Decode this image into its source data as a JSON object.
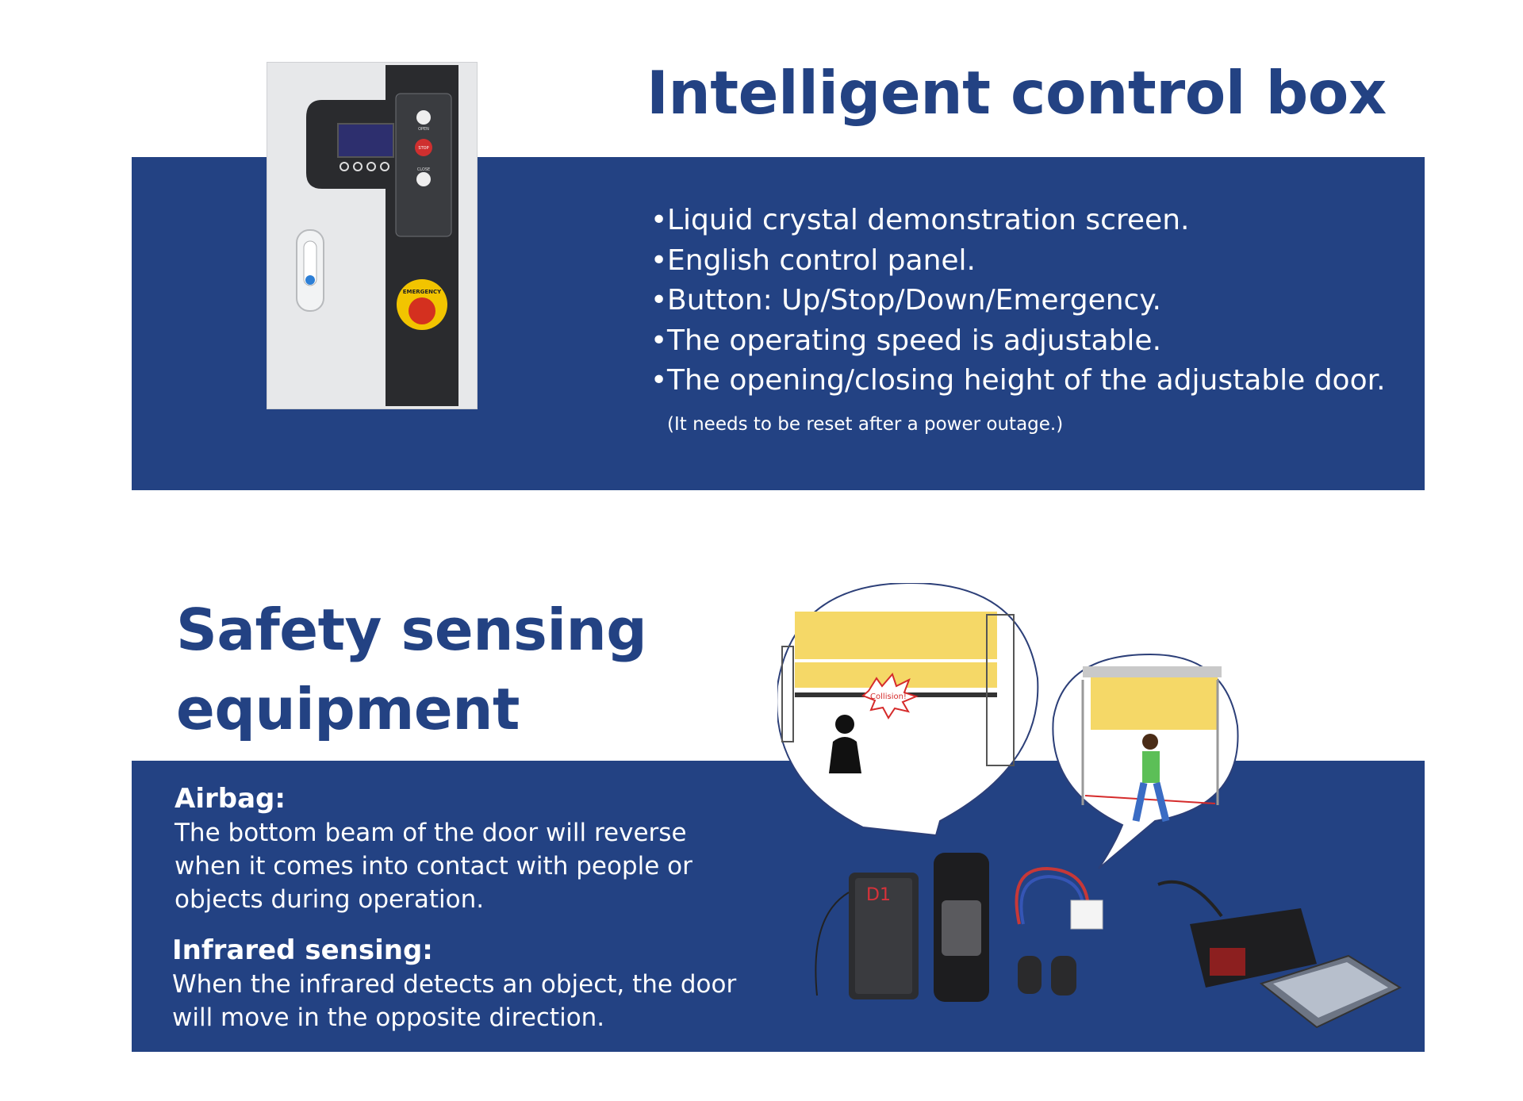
{
  "control_box": {
    "title": "Intelligent control box",
    "features": [
      "Liquid crystal demonstration screen.",
      "English control panel.",
      "Button: Up/Stop/Down/Emergency.",
      "The operating speed is adjustable.",
      "The opening/closing height of the adjustable door."
    ],
    "note": "(It needs to be reset after a power outage.)",
    "panel_labels": {
      "open": "OPEN",
      "stop": "STOP",
      "close": "CLOSE",
      "emergency": "EMERGENCY"
    }
  },
  "safety": {
    "title_line1": "Safety sensing",
    "title_line2": "equipment",
    "airbag_title": "Airbag:",
    "airbag_text": "The bottom beam of the door will reverse when it comes into contact with people or objects during operation.",
    "infrared_title": "Infrared sensing:",
    "infrared_text": "When the infrared detects an object, the door will move in the opposite direction.",
    "collision_label": "Collision!",
    "device_label": "D1"
  },
  "colors": {
    "brand_blue": "#234283",
    "door_yellow": "#f5d867",
    "alert_red": "#d52b2b"
  }
}
